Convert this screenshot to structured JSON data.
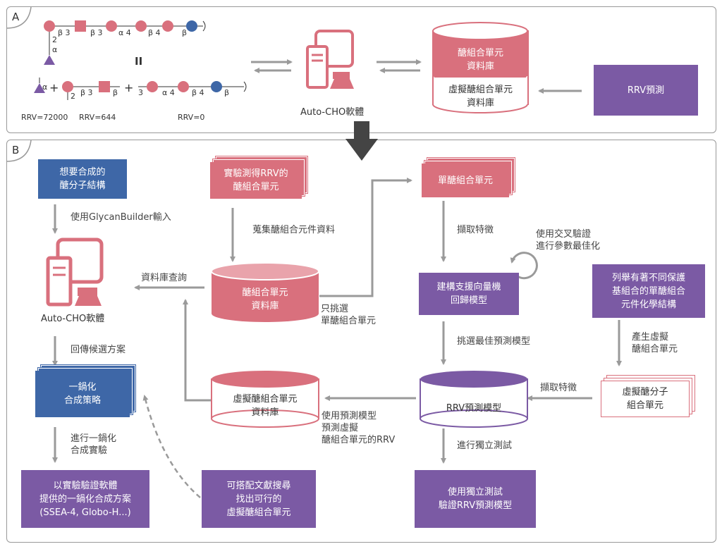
{
  "panel_a": {
    "tag": "A",
    "glycan_top": {
      "links": [
        "β 3",
        "β 3",
        "α 4",
        "β 4",
        "β"
      ],
      "branch": [
        "2",
        "α"
      ]
    },
    "equals": "II",
    "glycan_bottom": {
      "frag1_link": "α",
      "frag2_links": [
        "2",
        "β 3",
        "β"
      ],
      "frag3_links": [
        "3",
        "α 4",
        "β 4",
        "β"
      ]
    },
    "rrv_labels": [
      "RRV=72000",
      "RRV=644",
      "RRV=0"
    ],
    "software_label": "Auto-CHO軟體",
    "db_top": [
      "醣組合單元",
      "資料庫"
    ],
    "db_bottom": [
      "虛擬醣組合單元",
      "資料庫"
    ],
    "rrv_predict": "RRV預測"
  },
  "panel_b": {
    "tag": "B",
    "target_structure": [
      "想要合成的",
      "醣分子結構"
    ],
    "input_label": "使用GlycanBuilder輸入",
    "software_label": "Auto-CHO軟體",
    "return_label": "回傳候選方案",
    "one_pot": [
      "一鍋化",
      "合成策略"
    ],
    "perform_label": [
      "進行一鍋化",
      "合成實驗"
    ],
    "verify_box": [
      "以實驗驗證軟體",
      "提供的一鍋化合成方案",
      "(SSEA-4, Globo-H...)"
    ],
    "literature_box": [
      "可搭配文獻搜尋",
      "找出可行的",
      "虛擬醣組合單元"
    ],
    "measured_stack": [
      "實驗測得RRV的",
      "醣組合單元"
    ],
    "collect_label": "蒐集醣組合元件資料",
    "db_query_label": "資料庫查詢",
    "db_units": [
      "醣組合單元",
      "資料庫"
    ],
    "select_only": [
      "只挑選",
      "單醣組合單元"
    ],
    "virtual_db": [
      "虛擬醣組合單元",
      "資料庫"
    ],
    "predict_label": [
      "使用預測模型",
      "預測虛擬",
      "醣組合單元的RRV"
    ],
    "mono_stack": "單醣組合單元",
    "extract_label": "擷取特徵",
    "cross_val": [
      "使用交叉驗證",
      "進行參數最佳化"
    ],
    "svm_box": [
      "建構支援向量機",
      "回歸模型"
    ],
    "select_best": "挑選最佳預測模型",
    "rrv_model": "RRV預測模型",
    "indep_label": "進行獨立測試",
    "indep_box": [
      "使用獨立測試",
      "驗證RRV預測模型"
    ],
    "list_box": [
      "列舉有著不同保護",
      "基組合的單醣組合",
      "元件化學結構"
    ],
    "gen_label": [
      "產生虛擬",
      "醣組合單元"
    ],
    "extract_label2": "擷取特徵",
    "virtual_stack": [
      "虛擬醣分子",
      "組合單元"
    ]
  },
  "colors": {
    "pink": "#d9707d",
    "purple": "#7b5aa4",
    "blue": "#3e67a7",
    "arrow": "#9a9a9a"
  }
}
